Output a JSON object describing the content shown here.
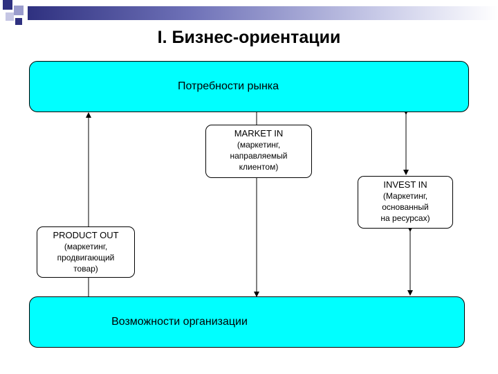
{
  "title": "I. Бизнес-ориентации",
  "top_box": "Потребности рынка",
  "bottom_box": "Возможности организации",
  "market_in": {
    "head": "MARKET IN",
    "lines": [
      "(маркетинг,",
      "направляемый",
      "клиентом)"
    ]
  },
  "invest_in": {
    "head": "INVEST IN",
    "lines": [
      "(Маркетинг,",
      "основанный",
      "на ресурсах)"
    ]
  },
  "product_out": {
    "head": "PRODUCT OUT",
    "lines": [
      "(маркетинг,",
      "продвигающий",
      "товар)"
    ]
  },
  "colors": {
    "box_fill": "#00ffff",
    "accent": "#2f3180"
  }
}
